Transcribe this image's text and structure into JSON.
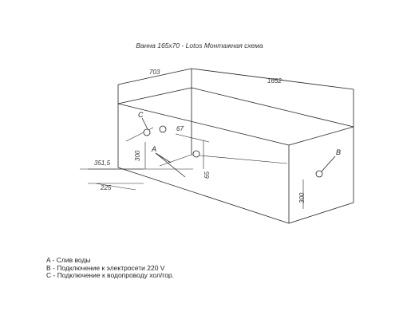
{
  "title": "Ванна 165х70 - Lotos Монтажная схема",
  "dimensions": {
    "width": "703",
    "length": "1652",
    "pipe_gap": "67",
    "height_left": "300",
    "drain_height": "65",
    "drain_offset_x": "351,5",
    "drain_offset_y": "225",
    "height_right": "300"
  },
  "point_labels": {
    "a": "A",
    "b": "B",
    "c": "C"
  },
  "legend": [
    "A - Слив воды",
    "B - Подключение к электросети 220 V",
    "C - Подключение к водопроводу хол/гор."
  ]
}
